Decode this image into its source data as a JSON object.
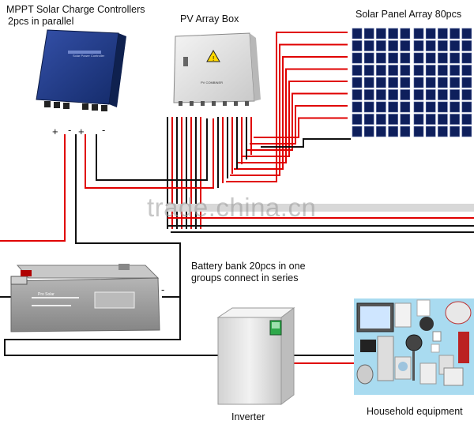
{
  "labels": {
    "mppt_title_line1": "MPPT Solar Charge Controllers",
    "mppt_title_line2": "2pcs in parallel",
    "pv_box_title": "PV  Array Box",
    "solar_array_title": "Solar Panel Array 80pcs",
    "battery_title_line1": "Battery bank   20pcs in one",
    "battery_title_line2": "groups connect in series",
    "inverter_title": "Inverter",
    "household_title": "Household equipment"
  },
  "terminals": {
    "mppt_plus_left": "+",
    "mppt_minus_left": "-",
    "mppt_plus_right": "+",
    "mppt_minus_right": "-",
    "battery_minus": "-"
  },
  "device_text": {
    "controller_face": "Solar Power Controller",
    "pv_box_face": "PV COMBINER",
    "battery_brand": "Pro Solar"
  },
  "watermark": "trade.china.cn",
  "colors": {
    "wire_positive": "#e00000",
    "wire_negative": "#111111",
    "controller": "#1d3a86",
    "panel": "#0e1f5c",
    "battery": "#9a9a9a",
    "inverter": "#e6e6e6",
    "inverter_window": "#2ea84a"
  }
}
